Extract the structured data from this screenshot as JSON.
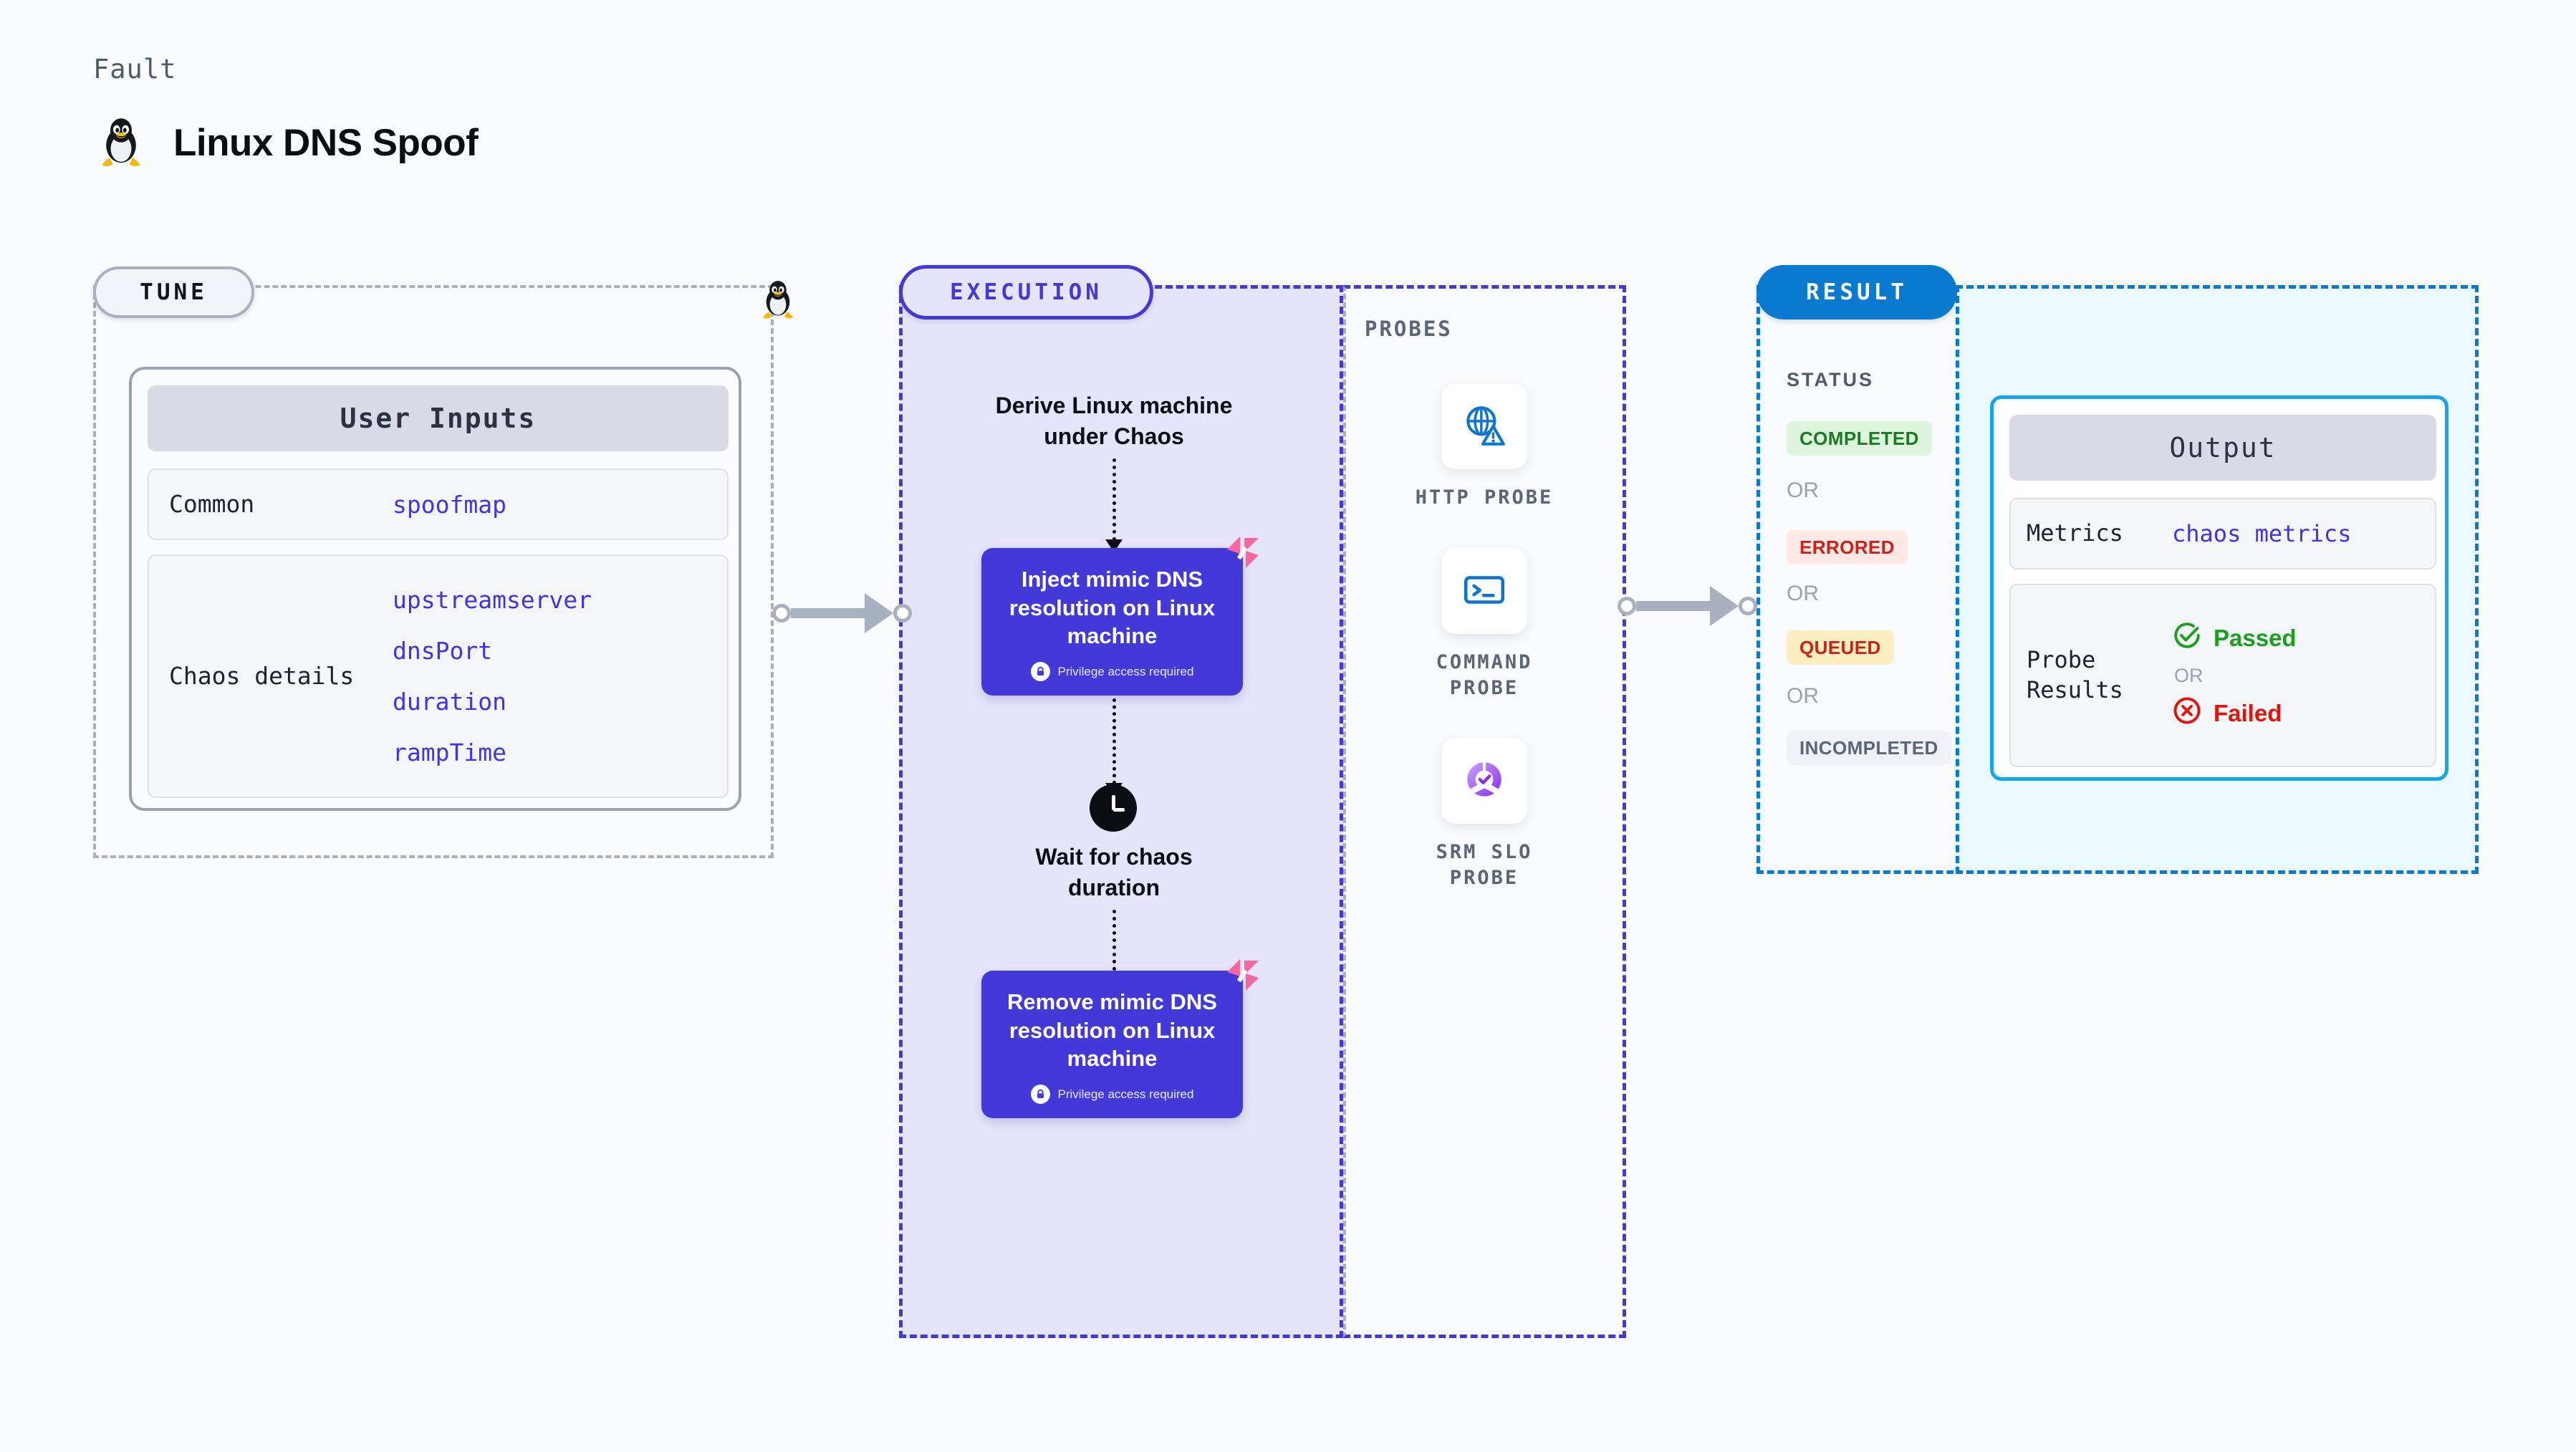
{
  "header": {
    "eyebrow": "Fault",
    "title": "Linux DNS Spoof",
    "icon": "tux-penguin-icon"
  },
  "tune": {
    "badge": "TUNE",
    "card_title": "User Inputs",
    "rows": [
      {
        "label": "Common",
        "values": [
          "spoofmap"
        ]
      },
      {
        "label": "Chaos details",
        "values": [
          "upstreamserver",
          "dnsPort",
          "duration",
          "rampTime"
        ]
      }
    ]
  },
  "execution": {
    "badge": "EXECUTION",
    "steps": [
      {
        "type": "text",
        "label": "Derive Linux machine\nunder Chaos"
      },
      {
        "type": "action",
        "title": "Inject mimic DNS resolution on Linux machine",
        "sub": "Privilege access required",
        "icon": "lock-icon",
        "corner_icon": "harness-logo-icon"
      },
      {
        "type": "wait",
        "label": "Wait for chaos\nduration",
        "icon": "clock-icon"
      },
      {
        "type": "action",
        "title": "Remove mimic DNS resolution on Linux machine",
        "sub": "Privilege access required",
        "icon": "lock-icon",
        "corner_icon": "harness-logo-icon"
      }
    ]
  },
  "probes": {
    "label": "PROBES",
    "items": [
      {
        "name": "HTTP PROBE",
        "icon": "globe-warning-icon"
      },
      {
        "name": "COMMAND PROBE",
        "icon": "terminal-prompt-icon"
      },
      {
        "name": "SRM SLO PROBE",
        "icon": "slo-donut-check-icon"
      }
    ]
  },
  "result": {
    "badge": "RESULT",
    "status_label": "STATUS",
    "or_label": "OR",
    "statuses": [
      {
        "text": "COMPLETED",
        "bg": "#ddf5dd",
        "fg": "#1b7a23"
      },
      {
        "text": "ERRORED",
        "bg": "#fde8e6",
        "fg": "#cc2116"
      },
      {
        "text": "QUEUED",
        "bg": "#fdeec2",
        "fg": "#cc2116"
      },
      {
        "text": "INCOMPLETED",
        "bg": "#f0f1f6",
        "fg": "#5b6478"
      }
    ]
  },
  "output": {
    "card_title": "Output",
    "metrics_label": "Metrics",
    "metrics_value": "chaos metrics",
    "probe_results_label": "Probe\nResults",
    "passed_label": "Passed",
    "failed_label": "Failed",
    "or_label": "OR",
    "passed_icon": "check-circle-icon",
    "failed_icon": "x-circle-icon"
  },
  "colors": {
    "background": "#f9fbfd",
    "execution_accent": "#4338d8",
    "result_accent": "#0a7ad0",
    "output_accent": "#13a6ea",
    "tune_accent": "#a9b0c0",
    "mono_value": "#4132e8",
    "harness_pink": "#f9679a"
  }
}
